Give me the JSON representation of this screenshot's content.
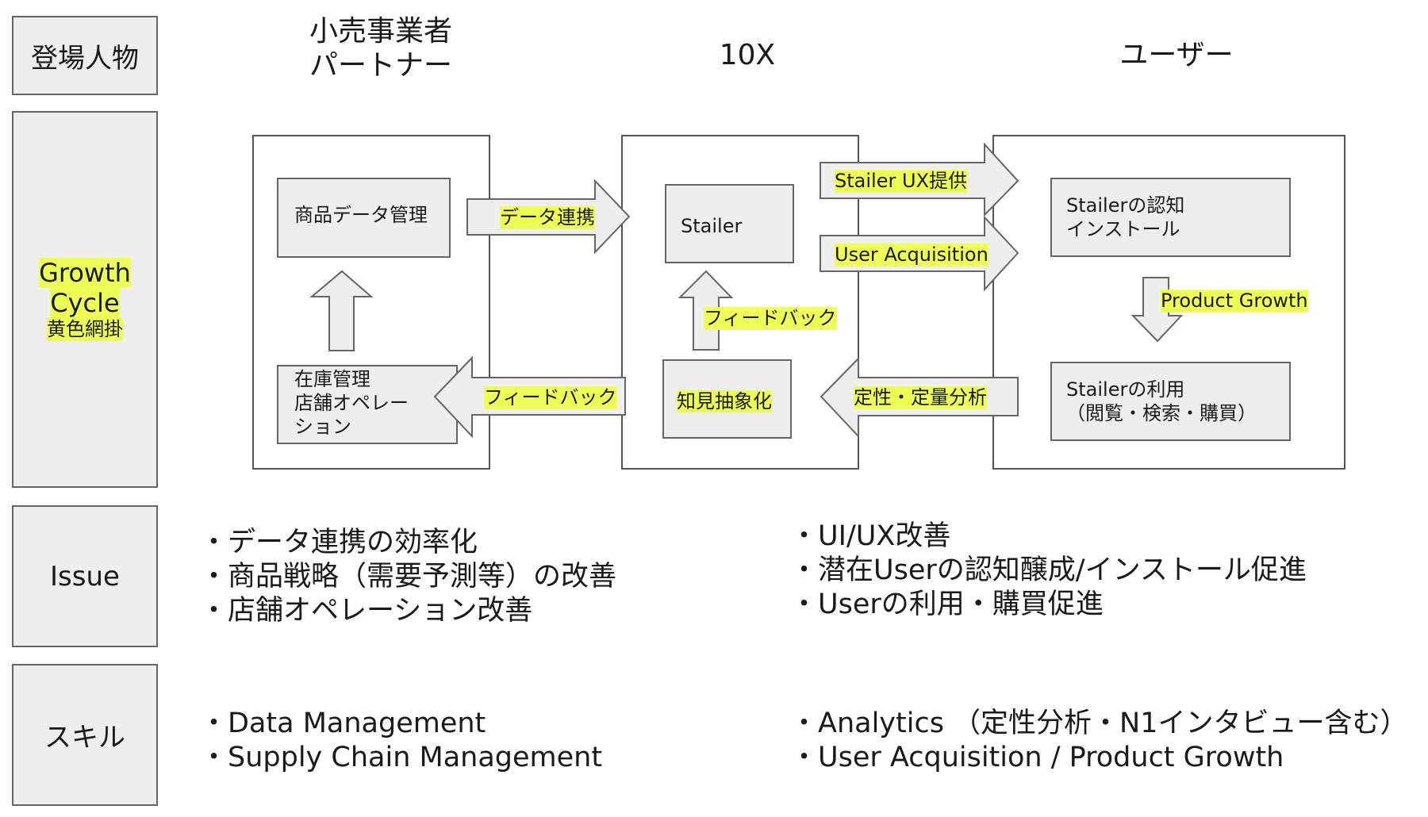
{
  "rows": {
    "characters": "登場人物",
    "growth_cycle": {
      "line1": "Growth",
      "line2": "Cycle",
      "note": "黄色網掛"
    },
    "issue": "Issue",
    "skill": "スキル"
  },
  "columns": {
    "retailer": {
      "line1": "小売事業者",
      "line2": "パートナー"
    },
    "tenx": "10X",
    "user": "ユーザー"
  },
  "diagram": {
    "retailer_boxes": {
      "product_data": "商品データ管理",
      "inventory": {
        "line1": "在庫管理",
        "line2": "店舗オペレー",
        "line3": "ション"
      }
    },
    "tenx_boxes": {
      "stailer": "Stailer",
      "insight": "知見抽象化"
    },
    "user_boxes": {
      "awareness": {
        "line1": "Stailerの認知",
        "line2": "インストール"
      },
      "usage": {
        "line1": "Stailerの利用",
        "line2": "（閲覧・検索・購買）"
      }
    },
    "arrows": {
      "data_link": "データ連携",
      "feedback_left": "フィードバック",
      "feedback_up": "フィードバック",
      "ux_provide": "Stailer UX提供",
      "user_acquisition": "User Acquisition",
      "analysis": "定性・定量分析",
      "product_growth": "Product Growth"
    },
    "highlight_color": "#eeff55"
  },
  "issues": {
    "retailer": [
      "・データ連携の効率化",
      "・商品戦略（需要予測等）の改善",
      "・店舗オペレーション改善"
    ],
    "user": [
      "・UI/UX改善",
      "・潜在Userの認知醸成/インストール促進",
      "・Userの利用・購買促進"
    ]
  },
  "skills": {
    "retailer": [
      "・Data Management",
      "・Supply Chain Management"
    ],
    "user": [
      "・Analytics （定性分析・N1インタビュー含む）",
      "・User Acquisition / Product Growth"
    ]
  }
}
